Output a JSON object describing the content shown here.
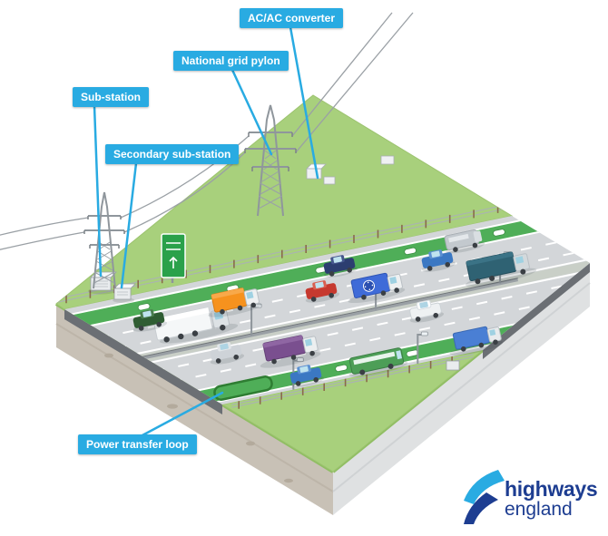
{
  "labels": {
    "ac_converter": "AC/AC converter",
    "national_grid_pylon": "National grid pylon",
    "sub_station": "Sub-station",
    "secondary_sub_station": "Secondary sub-station",
    "power_transfer_loop": "Power transfer loop"
  },
  "logo": {
    "line1": "highways",
    "line2": "england"
  },
  "colors": {
    "callout": "#29abe2",
    "logo_blue": "#1d3d91",
    "grass": "#a8d07c",
    "road": "#d3d6d9",
    "charging_lane": "#4fae58"
  }
}
